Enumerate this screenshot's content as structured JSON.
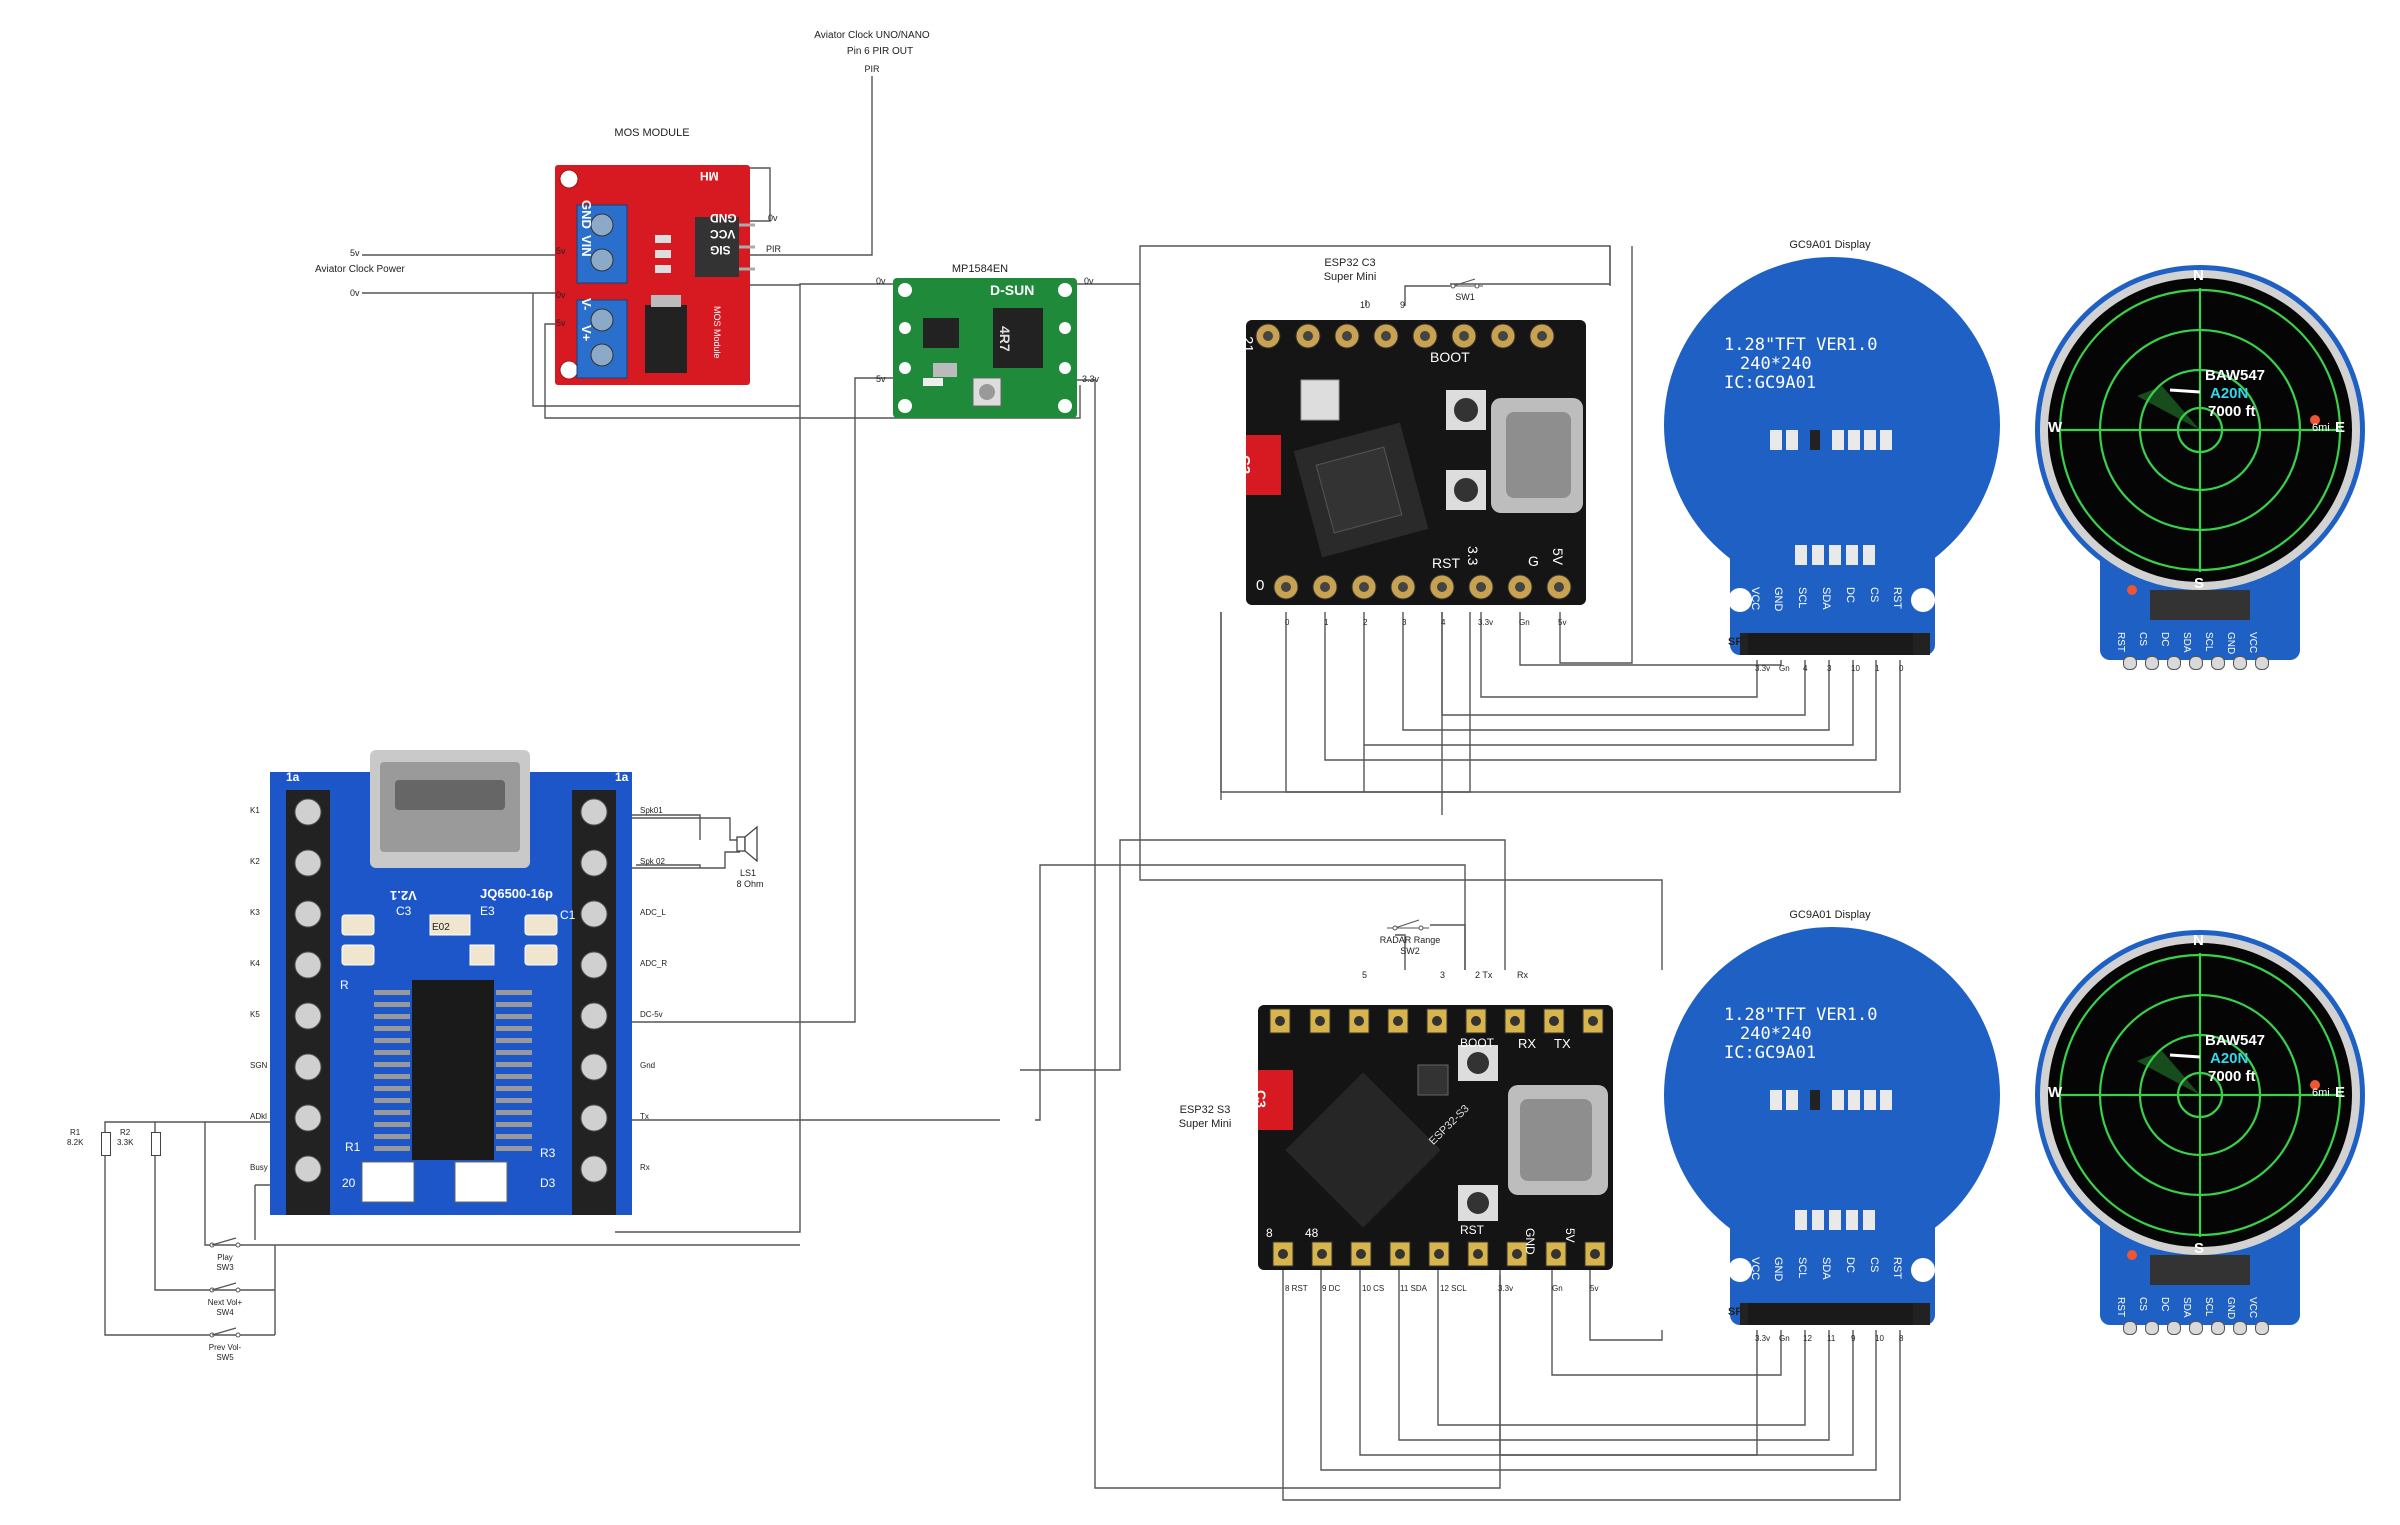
{
  "titles": {
    "aviator_clock": [
      "Aviator Clock UNO/NANO",
      "Pin 6 PIR OUT"
    ],
    "pir_top": "PIR",
    "mos_module": "MOS MODULE",
    "aviator_power": "Aviator Clock Power",
    "mp1584": "MP1584EN",
    "esp32c3": [
      "ESP32 C3",
      "Super Mini"
    ],
    "gc9a01_top": "GC9A01 Display",
    "gc9a01_bottom": "GC9A01 Display",
    "esp32s3": [
      "ESP32 S3",
      "Super Mini"
    ],
    "radar_switch": [
      "RADAR Range",
      "SW2"
    ],
    "speaker": [
      "LS1",
      "8 Ohm"
    ]
  },
  "mos_module": {
    "pins_left": [
      "5v",
      "0v",
      "0v",
      "5v"
    ],
    "pin_right_top": "0v",
    "pin_right": "PIR",
    "power_left": [
      "5v",
      "0v"
    ],
    "board_text": [
      "MH",
      "GND",
      "VIN",
      "V-",
      "V+",
      "GND",
      "VCC",
      "SIG",
      "MOS Module"
    ]
  },
  "mp1584": {
    "pins": [
      "0v",
      "0v",
      "5v",
      "3.3v"
    ],
    "board_text": [
      "D-SUN",
      "4R7"
    ]
  },
  "esp32c3": {
    "top_pins": [
      "10",
      "9"
    ],
    "switch": "SW1",
    "bottom_pins": [
      "0",
      "1",
      "2",
      "3",
      "4",
      "3.3v",
      "Gn",
      "5v"
    ],
    "board_text": [
      "21",
      "BOOT",
      "RST",
      "3.3",
      "G",
      "5V",
      "0",
      "C3"
    ]
  },
  "display_top": {
    "silk": [
      "1.28\"TFT VER1.0",
      "240*240",
      "IC:GC9A01"
    ],
    "pin_header": [
      "VCC",
      "GND",
      "SCL",
      "SDA",
      "DC",
      "CS",
      "RST"
    ],
    "spi": "SPI",
    "pins": [
      "3.3v",
      "Gn",
      "4",
      "3",
      "10",
      "1",
      "0"
    ]
  },
  "display_bottom": {
    "silk": [
      "1.28\"TFT VER1.0",
      "240*240",
      "IC:GC9A01"
    ],
    "pin_header": [
      "VCC",
      "GND",
      "SCL",
      "SDA",
      "DC",
      "CS",
      "RST"
    ],
    "spi": "SPI",
    "pins": [
      "3.3v",
      "Gn",
      "12",
      "11",
      "9",
      "10",
      "8"
    ]
  },
  "radar_screen": {
    "north": "N",
    "south": "S",
    "west": "W",
    "east": "E",
    "range": "6mi",
    "callsign": "BAW547",
    "code": "A20N",
    "altitude": "7000 ft",
    "header_pins": [
      "RST",
      "CS",
      "DC",
      "SDA",
      "SCL",
      "GND",
      "VCC"
    ]
  },
  "esp32s3": {
    "top_pins": [
      "5",
      "3",
      "2 Tx",
      "Rx"
    ],
    "bottom_pins": [
      "8 RST",
      "9 DC",
      "10 CS",
      "11 SDA",
      "12 SCL",
      "3.3v",
      "Gn",
      "5v"
    ],
    "board_text": [
      "ESP32-S3",
      "C3",
      "RX",
      "TX",
      "BOOT",
      "RST",
      "GND",
      "5V",
      "8",
      "48"
    ]
  },
  "jq6500": {
    "board_text": [
      "1a",
      "1a",
      "V2.1",
      "JQ6500-16p",
      "E02",
      "E3",
      "C3",
      "C1",
      "R",
      "R1",
      "R3",
      "20",
      "D3"
    ],
    "left_pins": [
      "K1",
      "K2",
      "K3",
      "K4",
      "K5",
      "SGN",
      "ADkl",
      "Busy"
    ],
    "right_pins": [
      "Spk01",
      "Spk 02",
      "ADC_L",
      "ADC_R",
      "DC-5v",
      "Gnd",
      "Tx",
      "Rx"
    ]
  },
  "resistors": [
    {
      "name": "R1",
      "value": "8.2K"
    },
    {
      "name": "R2",
      "value": "3.3K"
    }
  ],
  "switches": [
    {
      "name": "Play",
      "ref": "SW3"
    },
    {
      "name": "Next Vol+",
      "ref": "SW4"
    },
    {
      "name": "Prev Vol-",
      "ref": "SW5"
    }
  ],
  "colors": {
    "wire": "#555555",
    "pcb_red": "#d71a21",
    "pcb_green": "#1f8a3a",
    "pcb_black": "#151515",
    "pcb_blue": "#1c56c8",
    "display_blue": "#1e60c4",
    "radar_green": "#39d14a",
    "callsign_cyan": "#33d7e8"
  }
}
